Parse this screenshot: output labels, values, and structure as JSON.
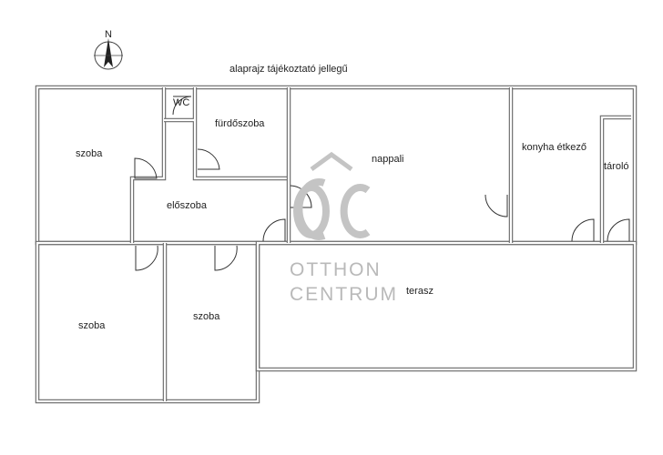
{
  "caption": "alaprajz tájékoztató jellegű",
  "compass": {
    "letter": "N"
  },
  "rooms": {
    "szoba_top_left": "szoba",
    "wc": "WC",
    "furdoszoba": "fürdőszoba",
    "nappali": "nappali",
    "konyha": "konyha étkező",
    "tarolo": "tároló",
    "eloszoba": "előszoba",
    "szoba_bottom_left": "szoba",
    "szoba_bottom_mid": "szoba",
    "terasz": "terasz"
  },
  "watermark": {
    "line1": "OTTHON",
    "line2": "CENTRUM"
  },
  "colors": {
    "wall": "#6a6a6a",
    "watermark": "#b9b9b9"
  }
}
